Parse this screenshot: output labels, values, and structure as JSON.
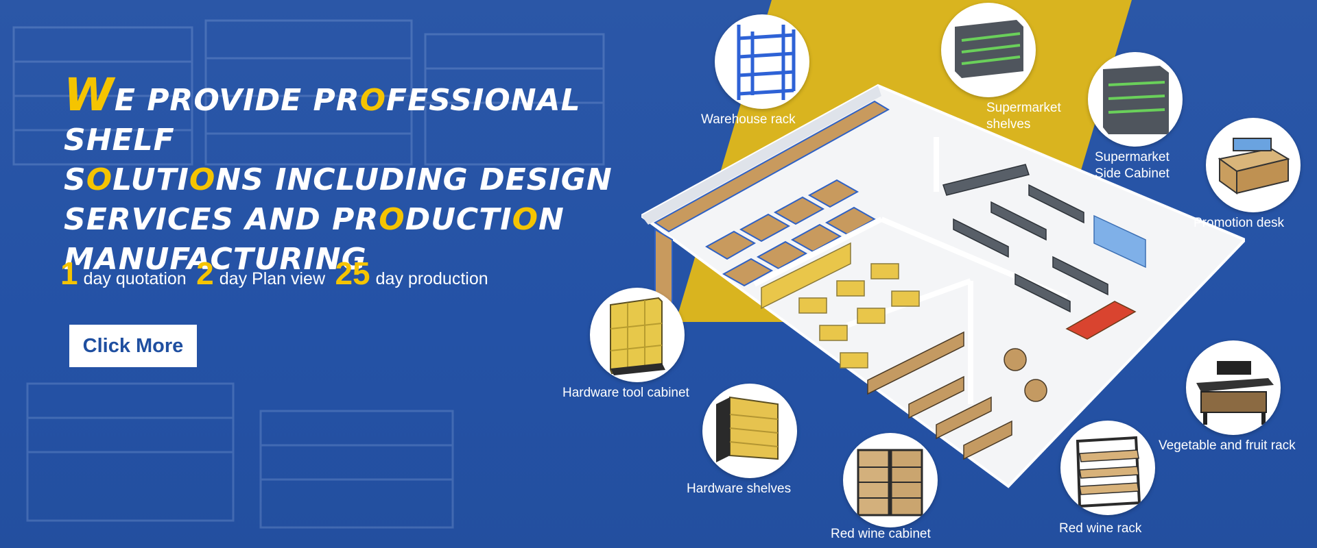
{
  "hero": {
    "headline": {
      "first_letter": "W",
      "line1_rest": "E PROVIDE PR",
      "line1_o": "O",
      "line1_end": "FESSIONAL SHELF",
      "line2_a": "S",
      "line2_o1": "O",
      "line2_b": "LUTI",
      "line2_o2": "O",
      "line2_c": "NS INCLUDING DESIGN",
      "line3_a": "SERVICES AND PR",
      "line3_o1": "O",
      "line3_b": "DUCTI",
      "line3_o2": "O",
      "line3_c": "N",
      "line4": "MANUFACTURING"
    },
    "stats": [
      {
        "number": "1",
        "label": "day quotation"
      },
      {
        "number": "2",
        "label": "day Plan view"
      },
      {
        "number": "25",
        "label": "day production"
      }
    ],
    "cta_label": "Click More"
  },
  "products": [
    {
      "name": "Warehouse rack"
    },
    {
      "name": "Supermarket shelves",
      "line1": "Supermarket",
      "line2": "shelves"
    },
    {
      "name": "Supermarket Side Cabinet",
      "line1": "Supermarket",
      "line2": "Side Cabinet"
    },
    {
      "name": "Promotion desk"
    },
    {
      "name": "Hardware tool cabinet"
    },
    {
      "name": "Vegetable and fruit rack"
    },
    {
      "name": "Hardware shelves"
    },
    {
      "name": "Red wine cabinet"
    },
    {
      "name": "Red wine rack"
    }
  ],
  "colors": {
    "background": "#2452a6",
    "accent": "#f5c400",
    "band": "#d9b41f",
    "text": "#ffffff",
    "button_text": "#1f4fa0"
  }
}
